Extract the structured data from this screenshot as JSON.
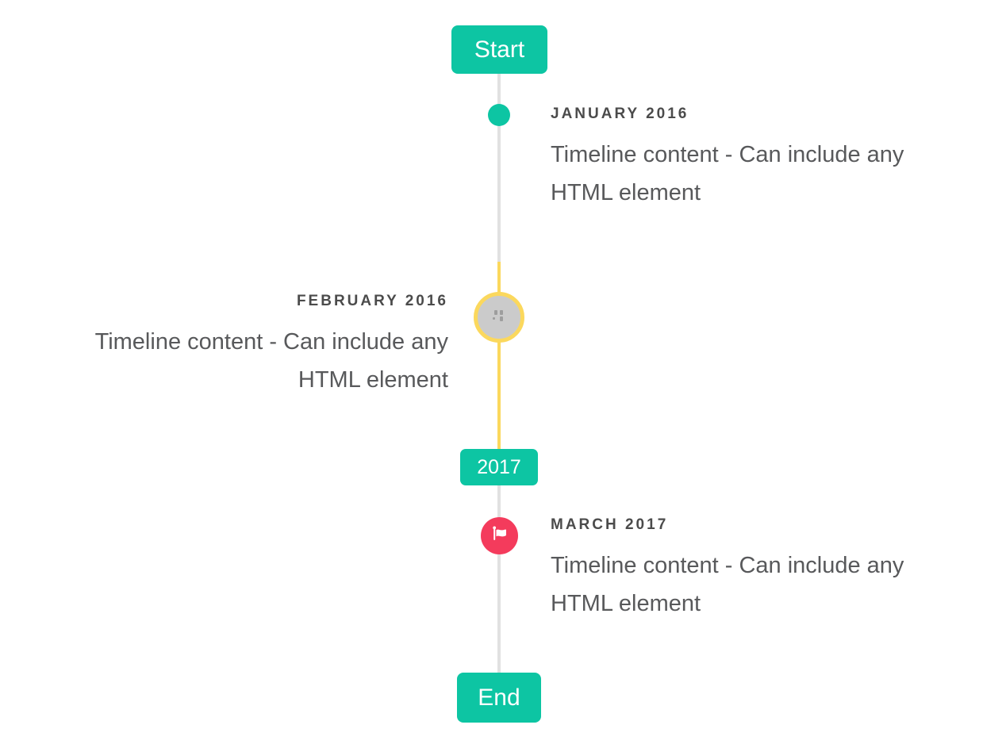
{
  "colors": {
    "teal": "#0dc5a3",
    "yellow": "#fbd85d",
    "red": "#f43b5c",
    "line-gray": "#e1e1e1",
    "marker-gray": "#cbcbcb",
    "icon-gray": "#9e9e9e",
    "title": "#4b4b4b",
    "body": "#58595b"
  },
  "timeline": {
    "start_label": "Start",
    "end_label": "End",
    "year_badge": "2017",
    "items": [
      {
        "title": "JANUARY 2016",
        "content": "Timeline content - Can include any HTML element",
        "side": "right",
        "marker": "teal-dot"
      },
      {
        "title": "FEBRUARY 2016",
        "content": "Timeline content - Can include any HTML element",
        "side": "left",
        "marker": "image-placeholder"
      },
      {
        "title": "MARCH 2017",
        "content": "Timeline content - Can include any HTML element",
        "side": "right",
        "marker": "flag"
      }
    ]
  }
}
